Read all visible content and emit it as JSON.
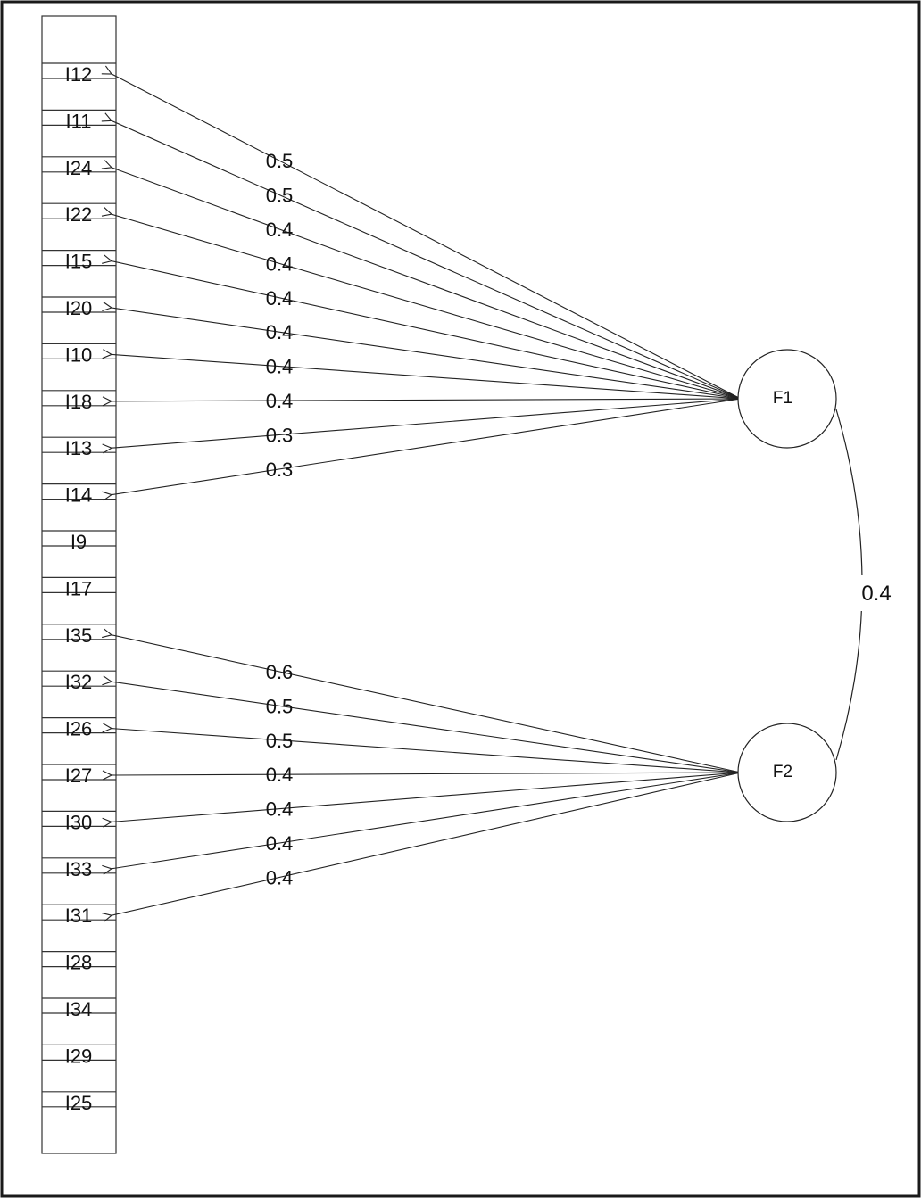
{
  "items": [
    "I12",
    "I11",
    "I24",
    "I22",
    "I15",
    "I20",
    "I10",
    "I18",
    "I13",
    "I14",
    "I9",
    "I17",
    "I35",
    "I32",
    "I26",
    "I27",
    "I30",
    "I33",
    "I31",
    "I28",
    "I34",
    "I29",
    "I25"
  ],
  "factors": [
    {
      "id": "F1",
      "label": "F1",
      "loadings": [
        {
          "item": "I12",
          "value": "0.5"
        },
        {
          "item": "I11",
          "value": "0.5"
        },
        {
          "item": "I24",
          "value": "0.4"
        },
        {
          "item": "I22",
          "value": "0.4"
        },
        {
          "item": "I15",
          "value": "0.4"
        },
        {
          "item": "I20",
          "value": "0.4"
        },
        {
          "item": "I10",
          "value": "0.4"
        },
        {
          "item": "I18",
          "value": "0.4"
        },
        {
          "item": "I13",
          "value": "0.3"
        },
        {
          "item": "I14",
          "value": "0.3"
        }
      ]
    },
    {
      "id": "F2",
      "label": "F2",
      "loadings": [
        {
          "item": "I35",
          "value": "0.6"
        },
        {
          "item": "I32",
          "value": "0.5"
        },
        {
          "item": "I26",
          "value": "0.5"
        },
        {
          "item": "I27",
          "value": "0.4"
        },
        {
          "item": "I30",
          "value": "0.4"
        },
        {
          "item": "I33",
          "value": "0.4"
        },
        {
          "item": "I31",
          "value": "0.4"
        }
      ]
    }
  ],
  "correlation": {
    "from": "F1",
    "to": "F2",
    "value": "0.4"
  }
}
